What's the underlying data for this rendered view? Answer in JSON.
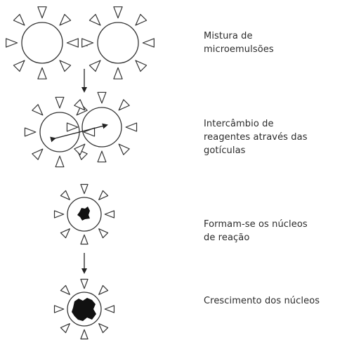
{
  "steps": [
    {
      "label": "Mistura de\nmicroemulsões"
    },
    {
      "label": "Intercâmbio de\nreagentes através das\ngotículas"
    },
    {
      "label": "Formam-se os núcleos\nde reação"
    },
    {
      "label": "Crescimento dos núcleos"
    }
  ],
  "plus_sign": "+",
  "colors": {
    "outline": "#333333",
    "fill": "#ffffff",
    "nucleus": "#111111",
    "text": "#2b2b2b"
  }
}
